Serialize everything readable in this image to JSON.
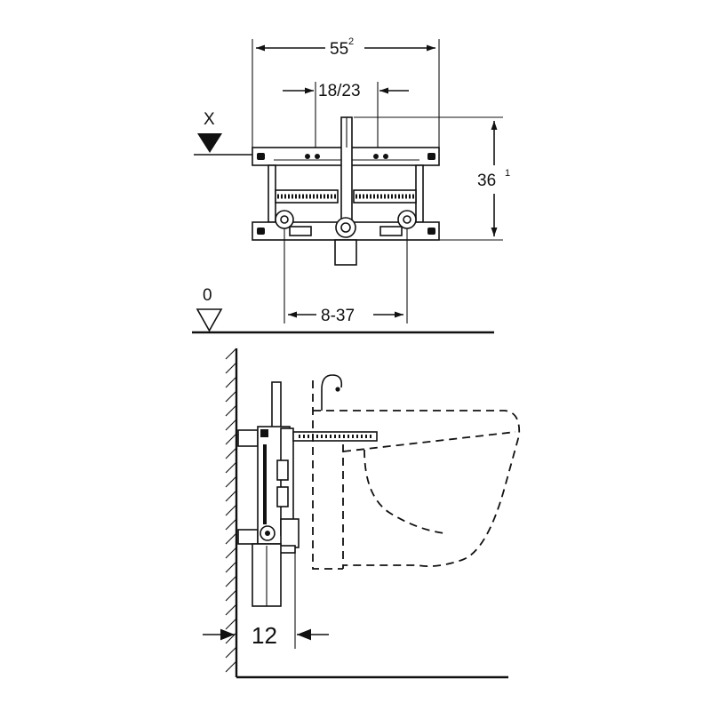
{
  "top_view": {
    "width_main": "55",
    "width_main_sup": "2",
    "connection_spacing": "18/23",
    "height_main": "36",
    "height_main_sup": "1",
    "marker_x": "X",
    "bolt_spacing": "8-37",
    "level_zero": "0"
  },
  "side_view": {
    "wall_offset": "12"
  }
}
